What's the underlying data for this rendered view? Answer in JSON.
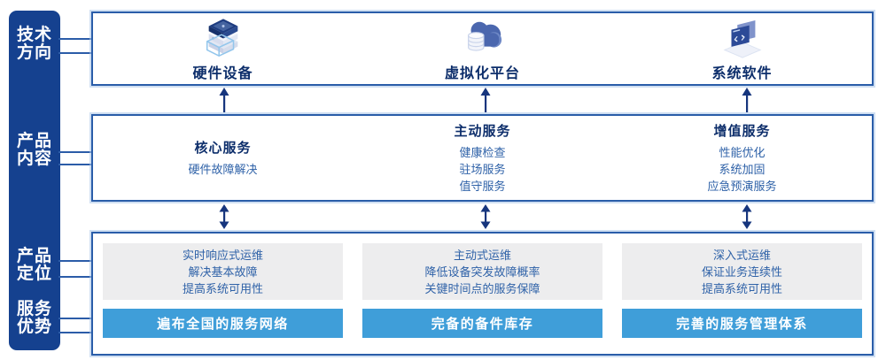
{
  "colors": {
    "sidebar_bg": "#15418F",
    "box_border": "#2A5DA9",
    "header_text": "#0D2E6B",
    "item_text": "#2F62A8",
    "gray_panel_bg": "#EDEDEE",
    "bar_bg": "#3F9ED9",
    "bar_text": "#FFFFFF",
    "arrow": "#16357D",
    "connector_line": "#2B5CA8"
  },
  "sidebar": {
    "items": [
      {
        "id": "tech-direction",
        "lines": [
          "技术",
          "方向"
        ]
      },
      {
        "id": "product-content",
        "lines": [
          "产品",
          "内容"
        ]
      },
      {
        "id": "product-positioning",
        "lines": [
          "产品",
          "定位"
        ]
      },
      {
        "id": "service-advantage",
        "lines": [
          "服务",
          "优势"
        ]
      }
    ]
  },
  "tech_direction": {
    "items": [
      {
        "label": "硬件设备",
        "icon": "server-stack-icon"
      },
      {
        "label": "虚拟化平台",
        "icon": "cloud-database-icon"
      },
      {
        "label": "系统软件",
        "icon": "software-window-icon"
      }
    ]
  },
  "product_content": {
    "columns": [
      {
        "title": "核心服务",
        "items": [
          "硬件故障解决"
        ]
      },
      {
        "title": "主动服务",
        "items": [
          "健康检查",
          "驻场服务",
          "值守服务"
        ]
      },
      {
        "title": "增值服务",
        "items": [
          "性能优化",
          "系统加固",
          "应急预演服务"
        ]
      }
    ]
  },
  "product_positioning": {
    "columns": [
      {
        "lines": [
          "实时响应式运维",
          "解决基本故障",
          "提高系统可用性"
        ],
        "bar": "遍布全国的服务网络"
      },
      {
        "lines": [
          "主动式运维",
          "降低设备突发故障概率",
          "关键时间点的服务保障"
        ],
        "bar": "完备的备件库存"
      },
      {
        "lines": [
          "深入式运维",
          "保证业务连续性",
          "提高系统可用性"
        ],
        "bar": "完善的服务管理体系"
      }
    ]
  }
}
